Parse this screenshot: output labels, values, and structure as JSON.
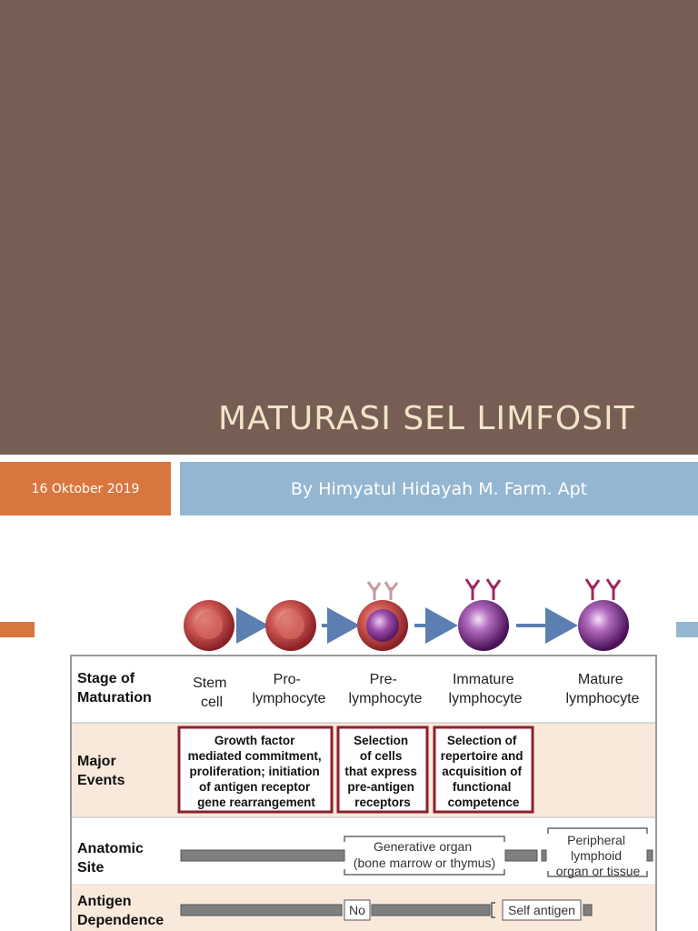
{
  "slide": {
    "title": "MATURASI SEL LIMFOSIT",
    "date": "16 Oktober 2019",
    "author": "By Himyatul Hidayah M. Farm. Apt"
  },
  "colors": {
    "title_background": "#765e54",
    "title_text": "#f1e4c9",
    "date_box": "#d9763f",
    "author_box": "#94b6d1",
    "event_box_border": "#8d1f2e",
    "row_shade": "#f8e9db"
  },
  "figure": {
    "row_labels": {
      "stage": [
        "Stage of",
        "Maturation"
      ],
      "events": [
        "Major",
        "Events"
      ],
      "site": [
        "Anatomic",
        "Site"
      ],
      "antigen": [
        "Antigen",
        "Dependence"
      ]
    },
    "stages": [
      {
        "lines": [
          "Stem",
          "cell"
        ]
      },
      {
        "lines": [
          "Pro-",
          "lymphocyte"
        ]
      },
      {
        "lines": [
          "Pre-",
          "lymphocyte"
        ]
      },
      {
        "lines": [
          "Immature",
          "lymphocyte"
        ]
      },
      {
        "lines": [
          "Mature",
          "lymphocyte"
        ]
      }
    ],
    "events": [
      {
        "lines": [
          "Growth factor",
          "mediated commitment,",
          "proliferation; initiation",
          "of antigen receptor",
          "gene rearrangement"
        ]
      },
      {
        "lines": [
          "Selection",
          "of cells",
          "that express",
          "pre-antigen",
          "receptors"
        ]
      },
      {
        "lines": [
          "Selection of",
          "repertoire and",
          "acquisition of",
          "functional",
          "competence"
        ]
      }
    ],
    "site_labels": {
      "generative": [
        "Generative organ",
        "(bone marrow or thymus)"
      ],
      "peripheral": [
        "Peripheral",
        "lymphoid",
        "organ or tissue"
      ]
    },
    "antigen_labels": {
      "no": "No",
      "self": "Self antigen"
    }
  }
}
